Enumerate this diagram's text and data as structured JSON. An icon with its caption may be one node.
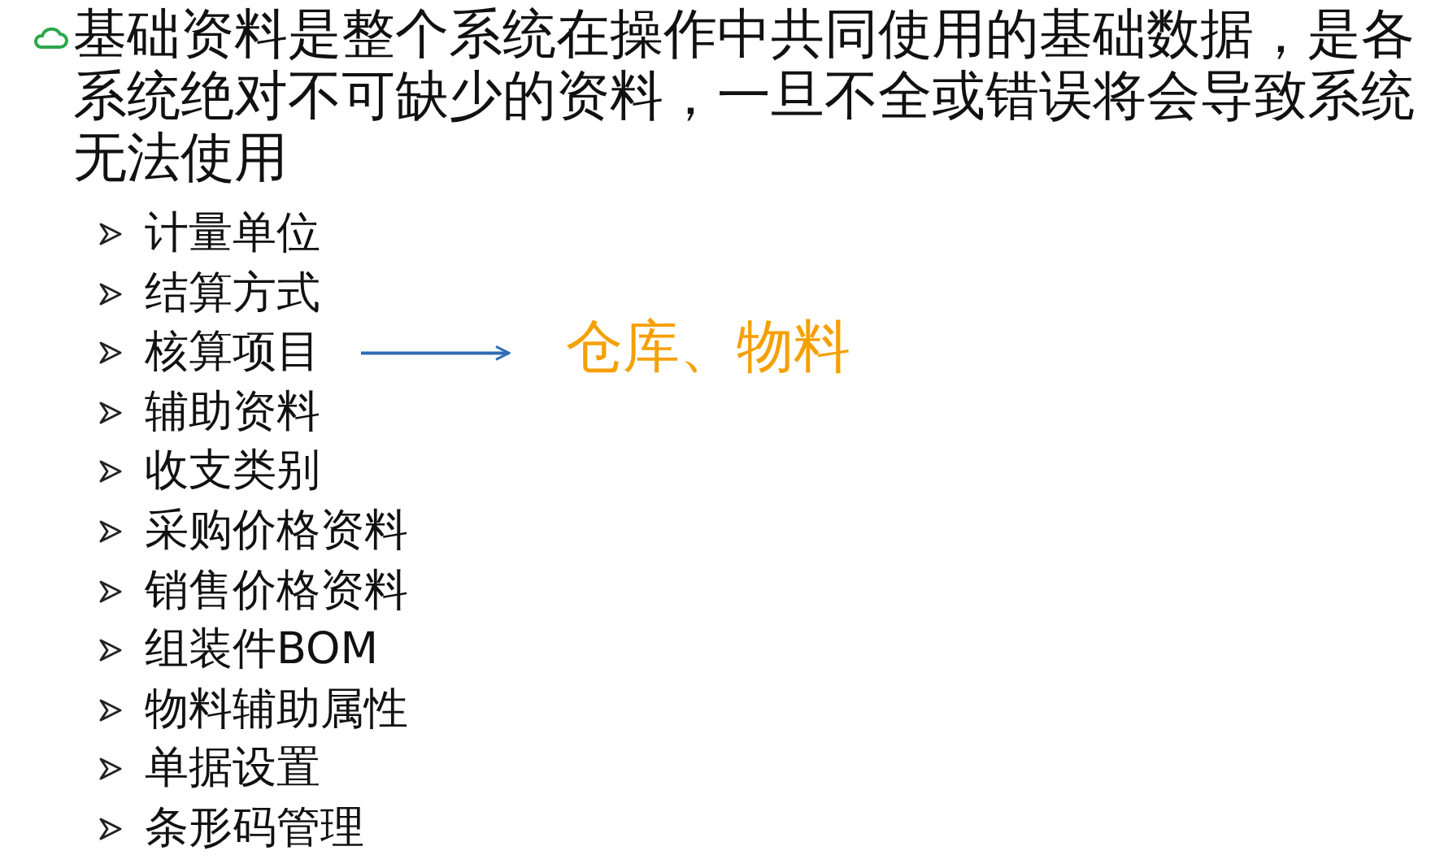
{
  "diagram": {
    "title": "基础资料是整个系统在操作中共同使用的基础数据，是各系统绝对不可缺少的资料，一旦不全或错误将会导致系统无法使用",
    "nodes": [
      {
        "text": [
          "核算项目"
        ]
      },
      {
        "text": [
          "仓库、物料"
        ]
      }
    ],
    "edges": [
      {
        "from": 0,
        "to": 1,
        "arrow": "to",
        "color": "#2e6db4"
      }
    ],
    "labels": [
      "计量单位",
      "结算方式",
      "辅助资料",
      "收支类别",
      "采购价格资料",
      "销售价格资料",
      "组装件BOM",
      "物料辅助属性",
      "单据设置",
      "条形码管理"
    ]
  }
}
